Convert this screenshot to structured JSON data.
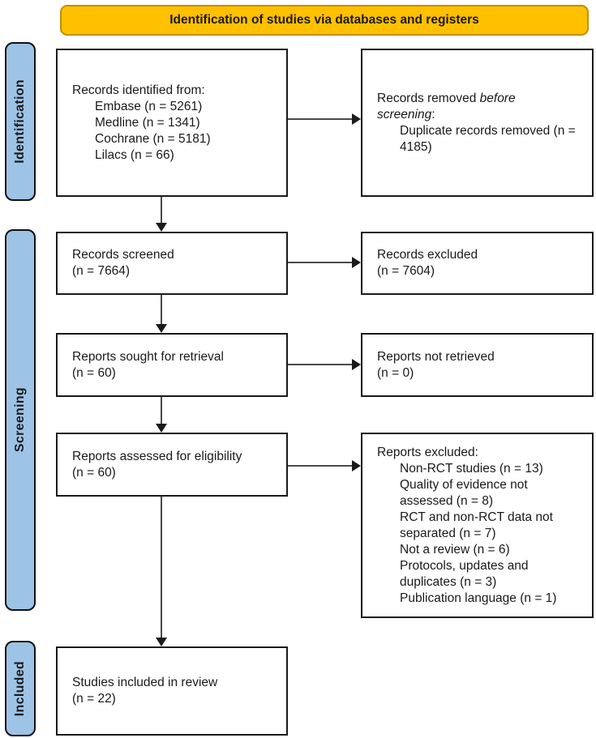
{
  "banner": {
    "label": "Identification of studies via databases and registers"
  },
  "colors": {
    "banner_bg": "#FFC000",
    "banner_border": "#BF9000",
    "stage_bg": "#9DC3E6",
    "box_border": "#1a1a1a",
    "arrow_line": "#4a4a4a",
    "arrow_head": "#1a1a1a"
  },
  "stages": [
    {
      "label": "Identification"
    },
    {
      "label": "Screening"
    },
    {
      "label": "Included"
    }
  ],
  "boxes": {
    "records_identified": {
      "title": "Records identified from:",
      "items": [
        "Embase (n = 5261)",
        "Medline (n = 1341)",
        "Cochrane (n = 5181)",
        "Lilacs (n = 66)"
      ]
    },
    "records_removed": {
      "title_plain": "Records removed ",
      "title_italic": "before screening",
      "title_suffix": ":",
      "items": [
        "Duplicate records removed (n = 4185)"
      ]
    },
    "records_screened": {
      "line1": "Records screened",
      "line2": "(n = 7664)"
    },
    "records_excluded": {
      "line1": "Records excluded",
      "line2": "(n = 7604)"
    },
    "reports_sought": {
      "line1": "Reports sought for retrieval",
      "line2": "(n = 60)"
    },
    "reports_not_retrieved": {
      "line1": "Reports not retrieved",
      "line2": "(n = 0)"
    },
    "reports_assessed": {
      "line1": "Reports assessed for eligibility",
      "line2": "(n = 60)"
    },
    "reports_excluded": {
      "title": "Reports excluded:",
      "items": [
        "Non-RCT studies (n = 13)",
        "Quality of evidence not assessed (n = 8)",
        "RCT and non-RCT data not separated (n = 7)",
        "Not a review (n = 6)",
        "Protocols, updates and duplicates (n = 3)",
        "Publication language (n = 1)"
      ]
    },
    "studies_included": {
      "line1": "Studies included in review",
      "line2": "(n = 22)"
    }
  }
}
